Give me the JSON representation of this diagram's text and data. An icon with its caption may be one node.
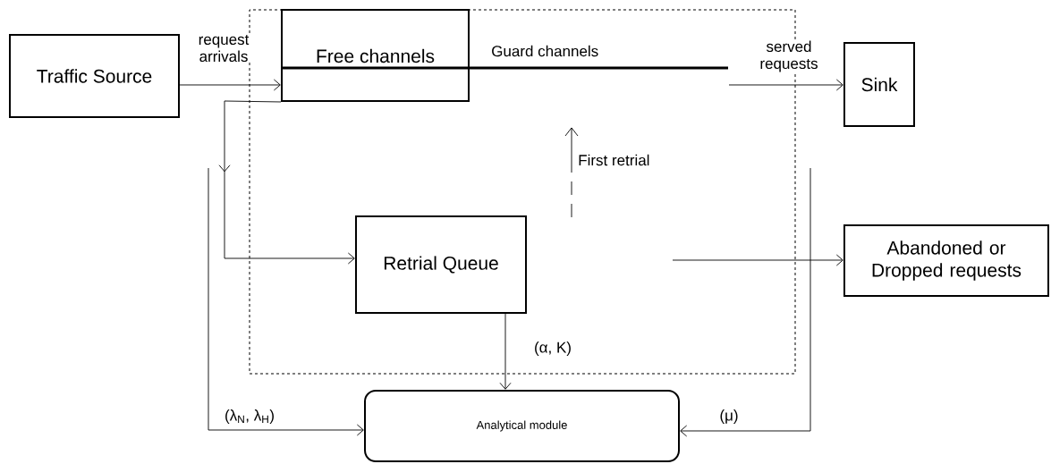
{
  "diagram": {
    "nodes": [
      {
        "text": [],
        "shape": "box"
      },
      {
        "text": [
          "Traffic Source"
        ]
      },
      {
        "text": [
          "Free channels"
        ],
        "in": 0
      },
      {
        "text": [
          "Sink"
        ]
      },
      {
        "text": [
          "Retrial Queue"
        ],
        "in": 0
      },
      {
        "text": [
          "Abandoned or Dropped requests"
        ]
      },
      {
        "text": [
          "Analytical module"
        ]
      }
    ],
    "edges": [
      {
        "from": 1,
        "to": 2,
        "arrow": "to",
        "label": "request arrivals"
      },
      {
        "from": null,
        "to": 3,
        "arrow": "to",
        "label": "served requests"
      },
      {
        "from": 2,
        "to": 4,
        "arrow": "to"
      },
      {
        "from": 4,
        "to": 6,
        "arrow": "to",
        "label": "(α, K)"
      },
      {
        "from": null,
        "to": 6,
        "arrow": "to",
        "label": "(λ$_{N}$, λ$_{H}$)"
      },
      {
        "from": null,
        "to": 6,
        "arrow": "to",
        "label": "(μ)"
      },
      {
        "from": null,
        "to": 5,
        "arrow": "to"
      }
    ],
    "labels": [
      "Guard channels",
      "First retrial"
    ]
  }
}
